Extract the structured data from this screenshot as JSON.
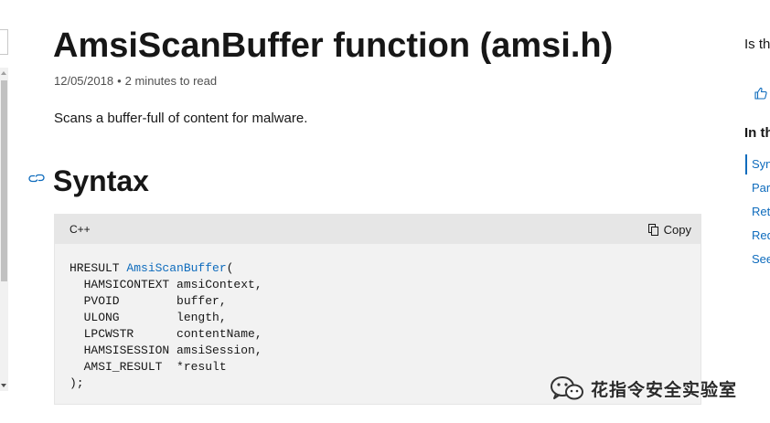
{
  "article": {
    "title": "AmsiScanBuffer function (amsi.h)",
    "date": "12/05/2018",
    "meta_separator": "•",
    "read_time": "2 minutes to read",
    "summary": "Scans a buffer-full of content for malware."
  },
  "syntax": {
    "heading": "Syntax",
    "code_language": "C++",
    "copy_label": "Copy",
    "code": {
      "line1_type": "HRESULT ",
      "function_name": "AmsiScanBuffer",
      "line1_paren": "(",
      "params": [
        "  HAMSICONTEXT amsiContext,",
        "  PVOID        buffer,",
        "  ULONG        length,",
        "  LPCWSTR      contentName,",
        "  HAMSISESSION amsiSession,",
        "  AMSI_RESULT  *result"
      ],
      "closing": ");"
    }
  },
  "right_rail": {
    "feedback_question": "Is this page helpful?",
    "toc_heading": "In this article",
    "toc_items": [
      {
        "label": "Syntax",
        "active": true
      },
      {
        "label": "Parameters",
        "active": false
      },
      {
        "label": "Return value",
        "active": false
      },
      {
        "label": "Requirements",
        "active": false
      },
      {
        "label": "See also",
        "active": false
      }
    ]
  },
  "watermark": {
    "text": "花指令安全实验室"
  },
  "colors": {
    "link": "#0f6cbd",
    "text": "#171717",
    "code_background": "#f2f2f2",
    "code_header": "#e6e6e6"
  },
  "icons": {
    "anchor": "link-icon",
    "copy": "copy-icon",
    "feedback": "thumbs-up-icon",
    "watermark_logo": "wechat-logo-icon"
  }
}
